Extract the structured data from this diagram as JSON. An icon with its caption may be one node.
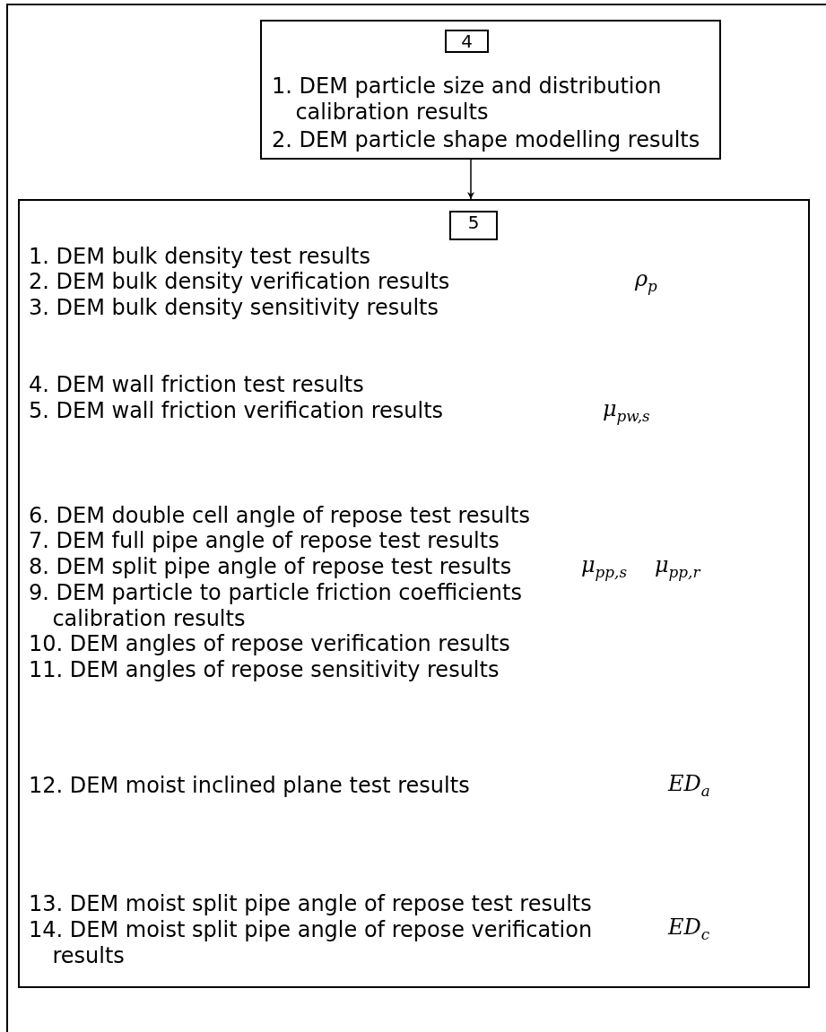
{
  "diagram": {
    "nodes": [
      {
        "text": [
          "1. DEM particle size and distribution calibration results",
          "2. DEM particle shape modelling results"
        ]
      },
      {
        "text": [
          "4"
        ],
        "in": 0
      },
      {
        "text": [
          "1. DEM bulk density test results",
          "2. DEM bulk density verification results",
          "3. DEM bulk density sensitivity results",
          "4. DEM wall friction test results",
          "5. DEM wall friction verification results",
          "6. DEM double cell angle of repose test results",
          "7. DEM full pipe angle of repose test results",
          "8. DEM split pipe angle of repose test results",
          "9. DEM particle to particle friction coefficients calibration results",
          "10. DEM angles of repose verification results",
          "11. DEM angles of repose sensitivity results",
          "12. DEM moist inclined plane test results",
          "13. DEM moist split pipe angle of repose test results",
          "14. DEM moist split pipe angle of repose verification results",
          "ρ$_{p}$",
          "μ$_{pw,s}$",
          "μ$_{pp,s}$",
          "μ$_{pp,r}$",
          "ED$_{a}$",
          "ED$_{c}$"
        ]
      },
      {
        "text": [
          "5"
        ],
        "in": 2
      }
    ],
    "edges": [
      {
        "from": 0,
        "to": 2,
        "arrow": "to"
      }
    ]
  }
}
